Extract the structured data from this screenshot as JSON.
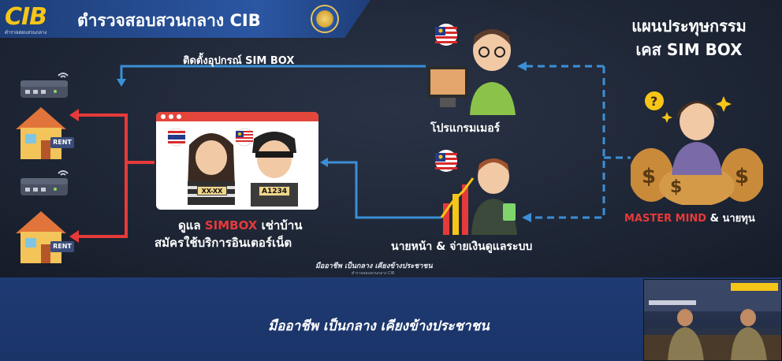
{
  "header": {
    "logo_text": "CIB",
    "logo_subtext": "ตำรวจสอบสวนกลาง",
    "title": "ตำรวจสอบสวนกลาง CIB"
  },
  "plan": {
    "title_line1": "แผนประทุษกรรม",
    "title_line2": "เคส SIM BOX"
  },
  "diagram": {
    "install_label": "ติดตั้งอุปกรณ์ SIM BOX",
    "programmer_label": "โปรแกรมเมอร์",
    "broker_label": "นายหน้า & จ่ายเงินดูแลระบบ",
    "mastermind_label_red": "MASTER MIND",
    "mastermind_label_rest": " & นายทุน",
    "care_label_prefix": "ดูแล ",
    "care_label_red": "SIMBOX",
    "care_label_suffix": " เช่าบ้าน",
    "care_label_line2": "สมัครใช้บริการอินเตอร์เน็ต",
    "rent_sign": "RENT",
    "person_plate_1": "XX-XX",
    "person_plate_2": "A1234"
  },
  "watermark": {
    "slogan": "มืออาชีพ เป็นกลาง เคียงข้างประชาชน",
    "small": "ตำรวจสอบสวนกลาง CIB"
  },
  "lower_band": {
    "slogan": "มืออาชีพ  เป็นกลาง  เคียงข้างประชาชน"
  },
  "colors": {
    "accent_red": "#e63a3a",
    "accent_blue": "#3b8fd6",
    "header_blue": "#2b56a2",
    "logo_yellow": "#f5c518"
  }
}
